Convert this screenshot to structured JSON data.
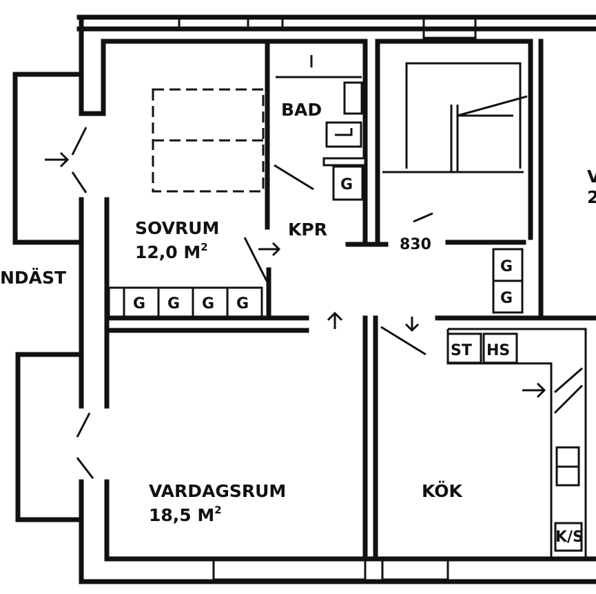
{
  "rooms": {
    "sovrum": {
      "name": "SOVRUM",
      "area": "12,0 M",
      "area_sup": "2"
    },
    "vardagsrum": {
      "name": "VARDAGSRUM",
      "area": "18,5 M",
      "area_sup": "2"
    },
    "kok": {
      "name": "KÖK"
    },
    "bad": {
      "name": "BAD"
    },
    "kpr": {
      "name": "KPR"
    }
  },
  "labels": {
    "balcony": "NDÄST",
    "dimension": "830",
    "right_room_partial": "V",
    "right_room_partial_2": "2",
    "stove": "ST",
    "hs": "HS",
    "ks": "K/S"
  },
  "wardrobes": {
    "sovrum_row": [
      "G",
      "G",
      "G",
      "G"
    ],
    "kpr": "G",
    "hall_stack": [
      "G",
      "G"
    ]
  }
}
